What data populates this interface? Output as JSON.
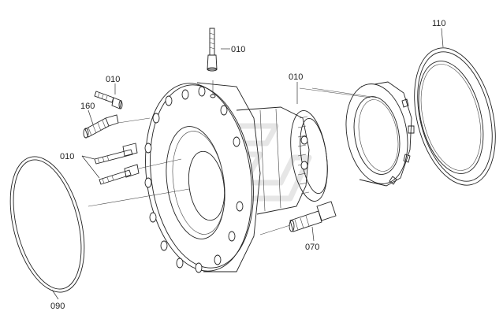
{
  "diagram": {
    "callouts": [
      {
        "id": "c110",
        "text": "110"
      },
      {
        "id": "c010_bolt_top",
        "text": "010"
      },
      {
        "id": "c010_bearing",
        "text": "010"
      },
      {
        "id": "c010_stud_small",
        "text": "010"
      },
      {
        "id": "c160",
        "text": "160"
      },
      {
        "id": "c010_studs",
        "text": "010"
      },
      {
        "id": "c070",
        "text": "070"
      },
      {
        "id": "c090",
        "text": "090"
      }
    ],
    "colors": {
      "line": "#222222",
      "background": "#ffffff",
      "watermark": "#e6e6e6"
    }
  }
}
